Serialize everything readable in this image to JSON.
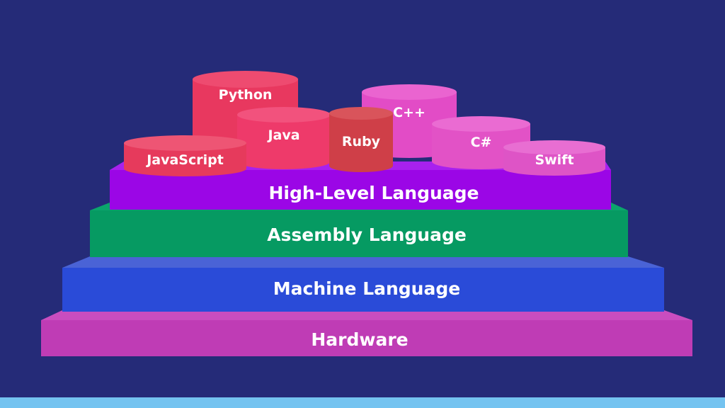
{
  "colors": {
    "background": "#252b78",
    "footer_bar": "#74c3f0"
  },
  "layers": [
    {
      "label": "High-Level Language",
      "color": "#9b06e6",
      "top": "#a821ee"
    },
    {
      "label": "Assembly Language",
      "color": "#069a62",
      "top": "#0ba56c"
    },
    {
      "label": "Machine Language",
      "color": "#2a4bd8",
      "top": "#4a63d6"
    },
    {
      "label": "Hardware",
      "color": "#bf3cb5",
      "top": "#c94dbf"
    }
  ],
  "languages": [
    {
      "label": "Python",
      "color": "#e8385f",
      "top": "#ee4b70"
    },
    {
      "label": "C++",
      "color": "#e24cc6",
      "top": "#ea64d0"
    },
    {
      "label": "Java",
      "color": "#ee3a6a",
      "top": "#f2527d"
    },
    {
      "label": "C#",
      "color": "#e252c6",
      "top": "#ea6bd2"
    },
    {
      "label": "Ruby",
      "color": "#cf3f48",
      "top": "#d9545b"
    },
    {
      "label": "JavaScript",
      "color": "#e63a5c",
      "top": "#ee5574"
    },
    {
      "label": "Swift",
      "color": "#de54c6",
      "top": "#e86ed2"
    }
  ]
}
